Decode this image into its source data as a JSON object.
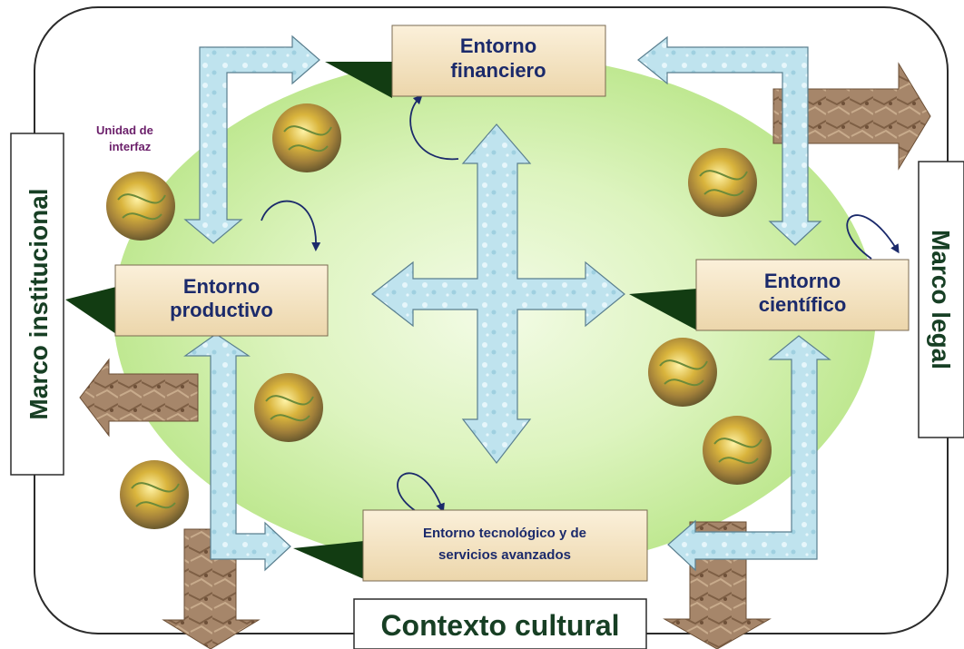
{
  "environments": {
    "financial": {
      "line1": "Entorno",
      "line2": "financiero"
    },
    "productive": {
      "line1": "Entorno",
      "line2": "productivo"
    },
    "scientific": {
      "line1": "Entorno",
      "line2": "científico"
    },
    "technological": {
      "line1": "Entorno tecnológico y de",
      "line2": "servicios avanzados"
    }
  },
  "frames": {
    "institutional": "Marco institucional",
    "legal": "Marco legal",
    "cultural": "Contexto cultural"
  },
  "interface_unit": {
    "line1": "Unidad de",
    "line2": "interfaz"
  },
  "colors": {
    "ellipse": "#ccef9f",
    "box_fill": "#f5e4c3",
    "box_text": "#1b2a6b",
    "frame_text": "#173f24",
    "blue_arrow": "#bfe4f0",
    "brown_arrow": "#a07f60",
    "shadow": "#123c12"
  }
}
